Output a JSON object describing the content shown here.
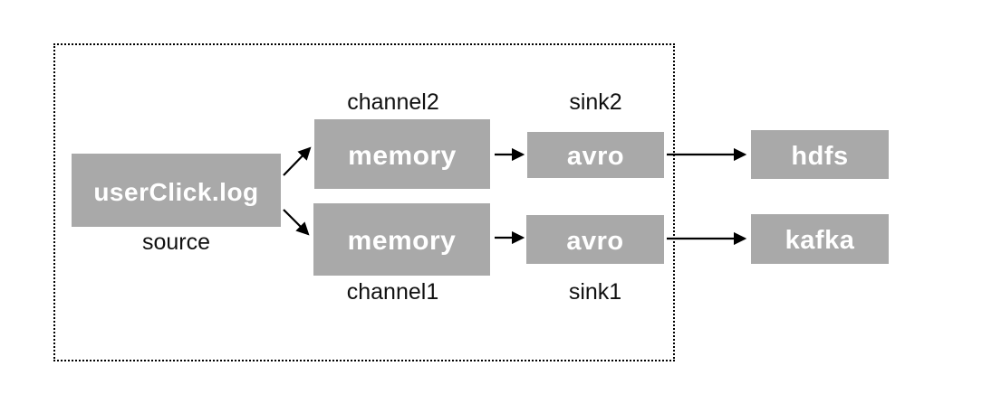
{
  "diagram": {
    "type": "flow-diagram",
    "description": "Flume agent pipeline: a log source fans out to two memory channels, each feeding an avro sink that delivers to hdfs and kafka",
    "nodes": {
      "source": {
        "label": "userClick.log",
        "caption": "source"
      },
      "channel2": {
        "label": "memory",
        "caption": "channel2"
      },
      "channel1": {
        "label": "memory",
        "caption": "channel1"
      },
      "sink2": {
        "label": "avro",
        "caption": "sink2"
      },
      "sink1": {
        "label": "avro",
        "caption": "sink1"
      },
      "hdfs": {
        "label": "hdfs"
      },
      "kafka": {
        "label": "kafka"
      }
    },
    "edges": [
      {
        "from": "source",
        "to": "channel2"
      },
      {
        "from": "source",
        "to": "channel1"
      },
      {
        "from": "channel2",
        "to": "sink2"
      },
      {
        "from": "channel1",
        "to": "sink1"
      },
      {
        "from": "sink2",
        "to": "hdfs"
      },
      {
        "from": "sink1",
        "to": "kafka"
      }
    ],
    "colors": {
      "node_fill": "#a9a9a9",
      "node_text": "#ffffff",
      "caption_text": "#111111",
      "arrow": "#000000",
      "boundary_border": "#000000",
      "background": "#ffffff"
    }
  }
}
